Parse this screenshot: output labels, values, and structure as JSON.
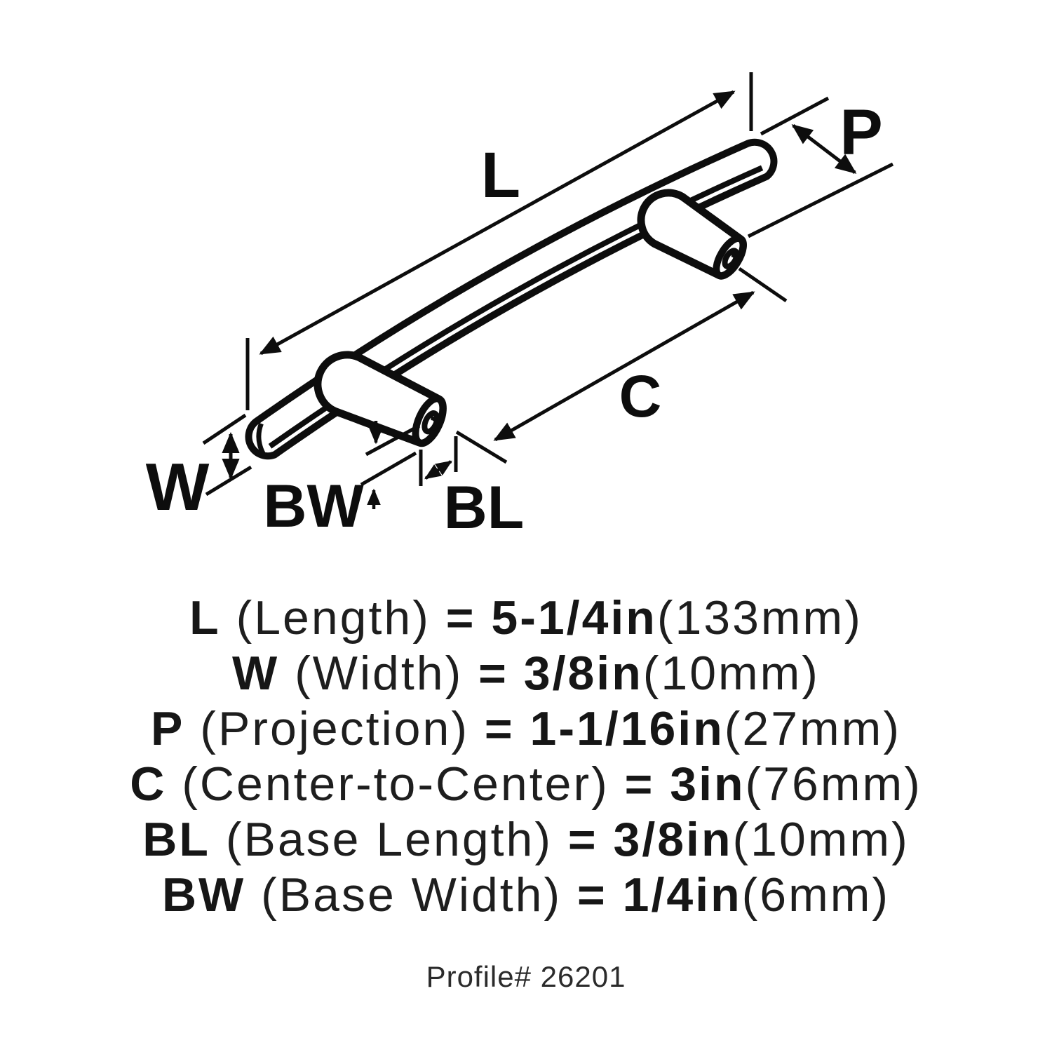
{
  "diagram": {
    "labels": {
      "length": "L",
      "projection": "P",
      "center_to_center": "C",
      "width": "W",
      "base_width": "BW",
      "base_length": "BL"
    }
  },
  "specs": [
    {
      "label": "L",
      "name": "(Length)",
      "equals": "=",
      "value": "5-1/4in",
      "metric": "(133mm)"
    },
    {
      "label": "W",
      "name": "(Width)",
      "equals": "=",
      "value": "3/8in",
      "metric": "(10mm)"
    },
    {
      "label": "P",
      "name": "(Projection)",
      "equals": "=",
      "value": "1-1/16in",
      "metric": "(27mm)"
    },
    {
      "label": "C",
      "name": "(Center-to-Center)",
      "equals": "=",
      "value": "3in",
      "metric": "(76mm)"
    },
    {
      "label": "BL",
      "name": "(Base Length)",
      "equals": "=",
      "value": "3/8in",
      "metric": "(10mm)"
    },
    {
      "label": "BW",
      "name": "(Base Width)",
      "equals": "=",
      "value": "1/4in",
      "metric": "(6mm)"
    }
  ],
  "footer": {
    "profile_label": "Profile# 26201"
  },
  "colors": {
    "ink": "#0d0d0d",
    "background": "#ffffff"
  }
}
